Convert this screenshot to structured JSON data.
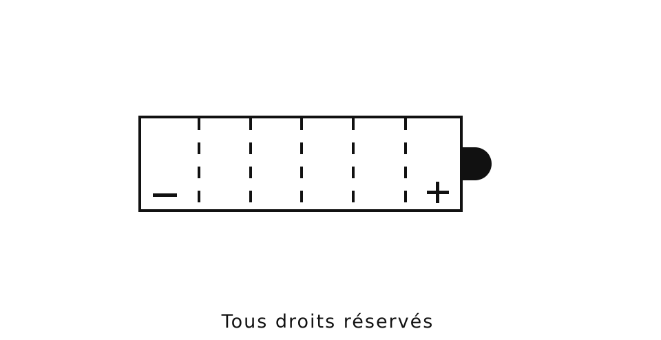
{
  "battery": {
    "negative_symbol": "−",
    "positive_symbol": "+",
    "terminal_side": "right",
    "cell_count": 6
  },
  "caption": "Tous droits réservés",
  "colors": {
    "stroke": "#111111",
    "background": "#ffffff"
  }
}
